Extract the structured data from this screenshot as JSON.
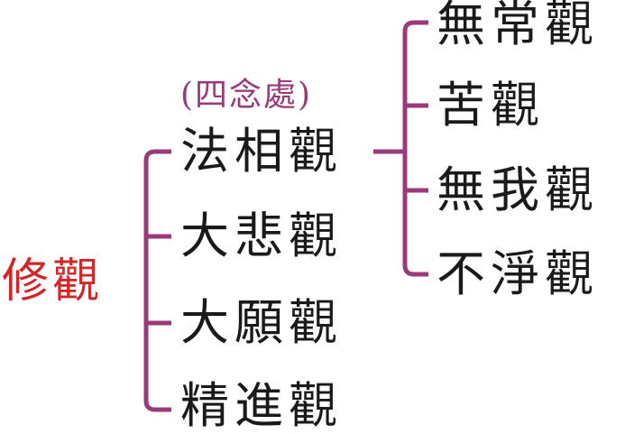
{
  "colors": {
    "connector": "#9a3a78",
    "root_text": "#d42626",
    "text": "#1a1a1a",
    "annotation": "#9a3a78"
  },
  "root": {
    "label": "修觀"
  },
  "level1": {
    "annotation": "(四念處)",
    "items": [
      "法相觀",
      "大悲觀",
      "大願觀",
      "精進觀"
    ]
  },
  "level2": {
    "items": [
      "無常觀",
      "苦觀",
      "無我觀",
      "不淨觀"
    ]
  }
}
